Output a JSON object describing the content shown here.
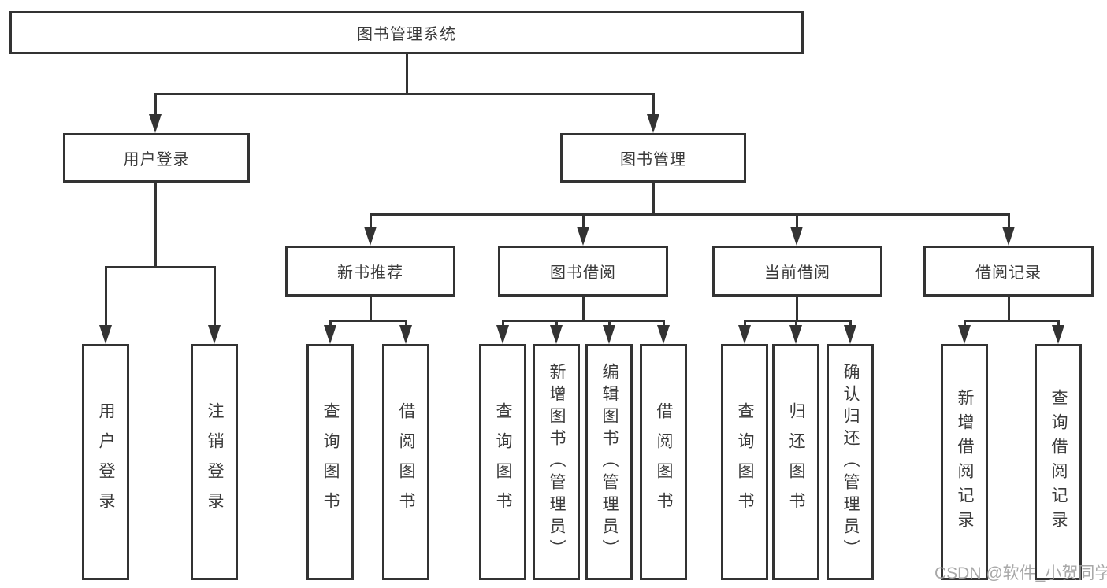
{
  "diagram": {
    "type": "tree",
    "root": {
      "label": "图书管理系统",
      "children": [
        {
          "label": "用户登录",
          "children": [
            {
              "label": "用户登录"
            },
            {
              "label": "注销登录"
            }
          ]
        },
        {
          "label": "图书管理",
          "children": [
            {
              "label": "新书推荐",
              "children": [
                {
                  "label": "查询图书"
                },
                {
                  "label": "借阅图书"
                }
              ]
            },
            {
              "label": "图书借阅",
              "children": [
                {
                  "label": "查询图书"
                },
                {
                  "label": "新增图书（管理员）"
                },
                {
                  "label": "编辑图书（管理员）"
                },
                {
                  "label": "借阅图书"
                }
              ]
            },
            {
              "label": "当前借阅",
              "children": [
                {
                  "label": "查询图书"
                },
                {
                  "label": "归还图书"
                },
                {
                  "label": "确认归还（管理员）"
                }
              ]
            },
            {
              "label": "借阅记录",
              "children": [
                {
                  "label": "新增借阅记录"
                },
                {
                  "label": "查询借阅记录"
                }
              ]
            }
          ]
        }
      ]
    }
  },
  "colors": {
    "line": "#333333",
    "text": "#3a3a3a",
    "background": "#ffffff",
    "watermark": "#9e9e9e"
  },
  "watermark": {
    "text": "CSDN @软件_小贺同学"
  }
}
